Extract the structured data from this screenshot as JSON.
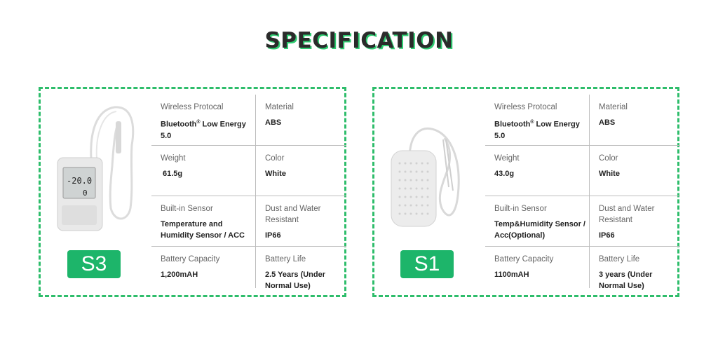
{
  "title": "SPECIFICATION",
  "products": [
    {
      "model": "S3",
      "wireless_label": "Wireless Protocal",
      "wireless_value_pre": "Bluetooth",
      "wireless_value_sup": "®",
      "wireless_value_post": " Low Energy 5.0",
      "material_label": "Material",
      "material_value": "ABS",
      "weight_label": "Weight",
      "weight_value": "61.5g",
      "color_label": "Color",
      "color_value": "White",
      "sensor_label": "Built-in Sensor",
      "sensor_value": "Temperature and Humidity Sensor / ACC",
      "dust_label": "Dust and Water Resistant",
      "dust_value": "IP66",
      "battery_label": "Battery Capacity",
      "battery_value": "1,200mAH",
      "life_label": "Battery Life",
      "life_value": "2.5 Years (Under Normal Use)",
      "display_temp": "-20.0",
      "display_humidity": "0"
    },
    {
      "model": "S1",
      "wireless_label": "Wireless Protocal",
      "wireless_value_pre": "Bluetooth",
      "wireless_value_sup": "®",
      "wireless_value_post": " Low Energy 5.0",
      "material_label": "Material",
      "material_value": "ABS",
      "weight_label": "Weight",
      "weight_value": "43.0g",
      "color_label": "Color",
      "color_value": "White",
      "sensor_label": "Built-in Sensor",
      "sensor_value": "Temp&Humidity Sensor / Acc(Optional)",
      "dust_label": "Dust and Water Resistant",
      "dust_value": "IP66",
      "battery_label": "Battery Capacity",
      "battery_value": "1100mAH",
      "life_label": "Battery Life",
      "life_value": "3 years (Under Normal Use)"
    }
  ],
  "colors": {
    "accent": "#1db56a",
    "border": "#2ebd6b",
    "title_shadow": "#2ecc71"
  }
}
